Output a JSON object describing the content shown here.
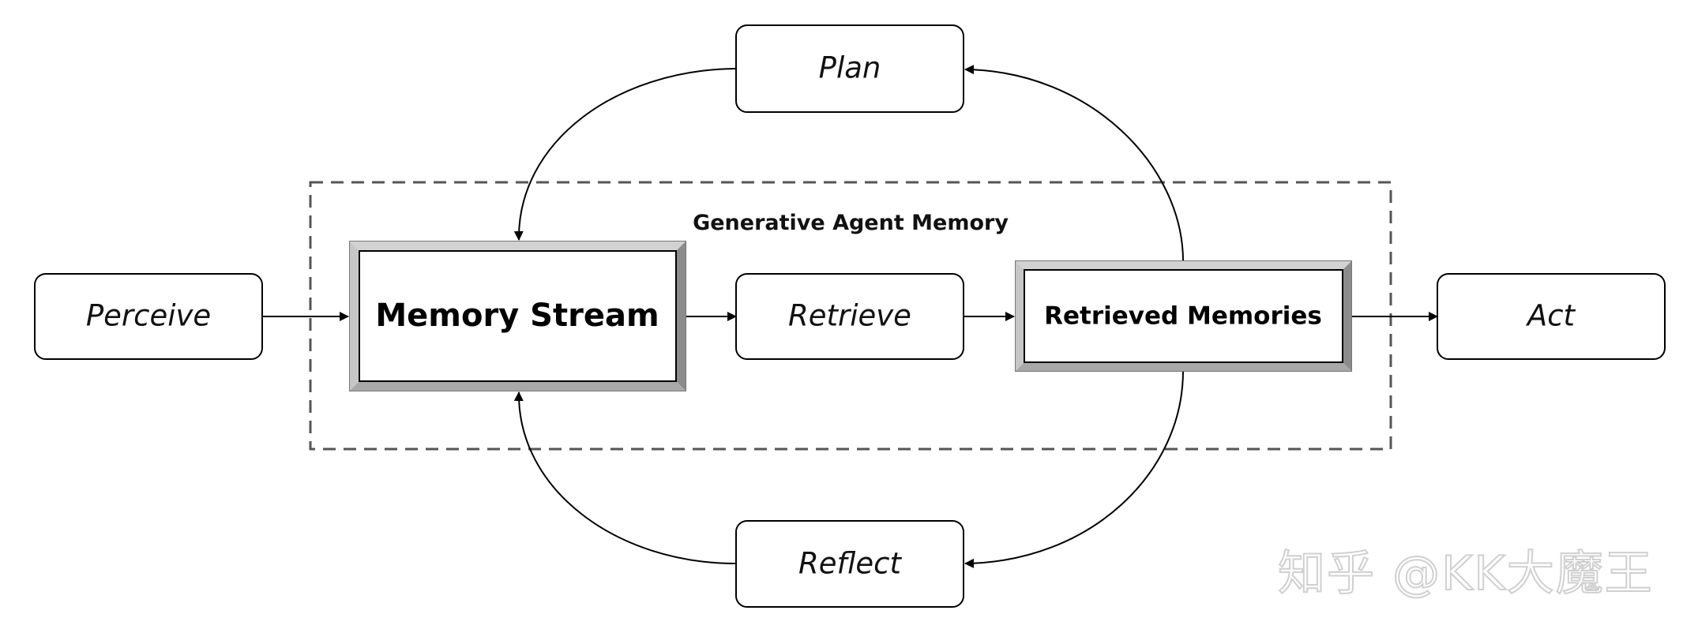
{
  "diagram": {
    "group_label": "Generative Agent Memory",
    "nodes": {
      "perceive": "Perceive",
      "plan": "Plan",
      "memory_stream": "Memory Stream",
      "retrieve": "Retrieve",
      "retrieved_memories": "Retrieved Memories",
      "act": "Act",
      "reflect": "Reflect"
    },
    "edges": [
      {
        "from": "Perceive",
        "to": "Memory Stream"
      },
      {
        "from": "Memory Stream",
        "to": "Retrieve"
      },
      {
        "from": "Retrieve",
        "to": "Retrieved Memories"
      },
      {
        "from": "Retrieved Memories",
        "to": "Act"
      },
      {
        "from": "Retrieved Memories",
        "to": "Plan"
      },
      {
        "from": "Plan",
        "to": "Memory Stream"
      },
      {
        "from": "Retrieved Memories",
        "to": "Reflect"
      },
      {
        "from": "Reflect",
        "to": "Memory Stream"
      }
    ]
  },
  "watermark": "知乎 @KK大魔王"
}
